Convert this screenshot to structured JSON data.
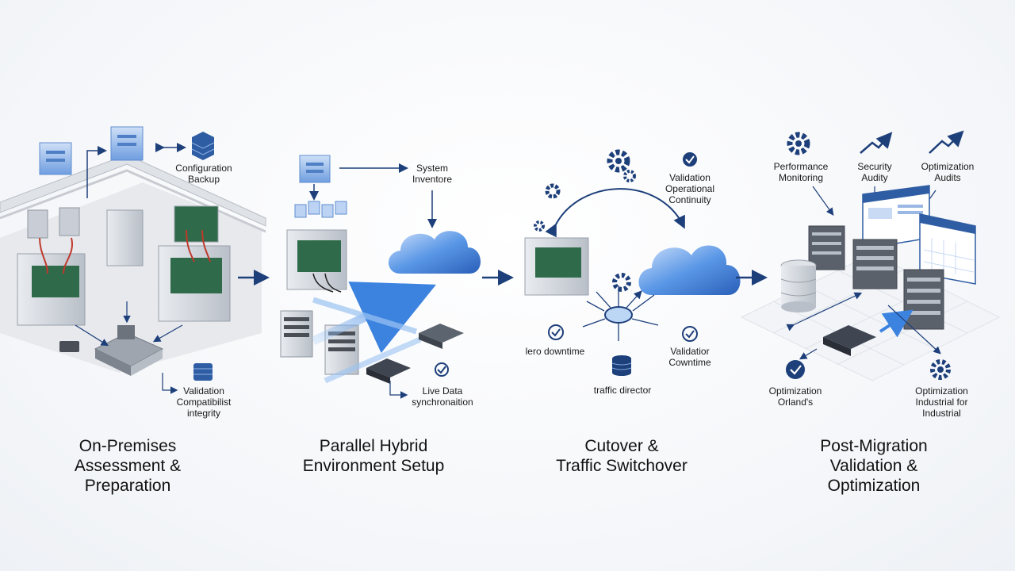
{
  "stages": [
    {
      "title": [
        "On-Premises",
        "Assessment &",
        "Preparation"
      ],
      "labels": {
        "config_backup": [
          "Configuration",
          "Backup"
        ],
        "validation": [
          "Validation",
          "Compatibilist",
          "integrity"
        ]
      }
    },
    {
      "title": [
        "Parallel Hybrid",
        "Environment Setup"
      ],
      "labels": {
        "system_inventory": [
          "System",
          "Inventore"
        ],
        "live_data": [
          "Live Data",
          "synchronaition"
        ]
      }
    },
    {
      "title": [
        "Cutover &",
        "Traffic Switchover"
      ],
      "labels": {
        "validation_continuity": [
          "Validation",
          "Operational",
          "Continuity"
        ],
        "zero_downtime": [
          "lero downtime"
        ],
        "validation_countime": [
          "Validatior",
          "Cowntime"
        ],
        "traffic_director": [
          "traffic director"
        ]
      }
    },
    {
      "title": [
        "Post-Migration",
        "Validation &",
        "Optimization"
      ],
      "labels": {
        "performance": [
          "Performance",
          "Monitoring"
        ],
        "security": [
          "Security",
          "Audity"
        ],
        "optimization_audits": [
          "Optimization",
          "Audits"
        ],
        "optimization_orlands": [
          "Optimization",
          "Orland's"
        ],
        "optimization_industrial": [
          "Optimization",
          "Industrial for",
          "Industrial"
        ]
      }
    }
  ],
  "colors": {
    "accent": "#1d3f7a",
    "cloud": "#3f7fd6",
    "flow": "#4a90e2",
    "server": "#d9dde3",
    "board": "#2f6b4a"
  }
}
